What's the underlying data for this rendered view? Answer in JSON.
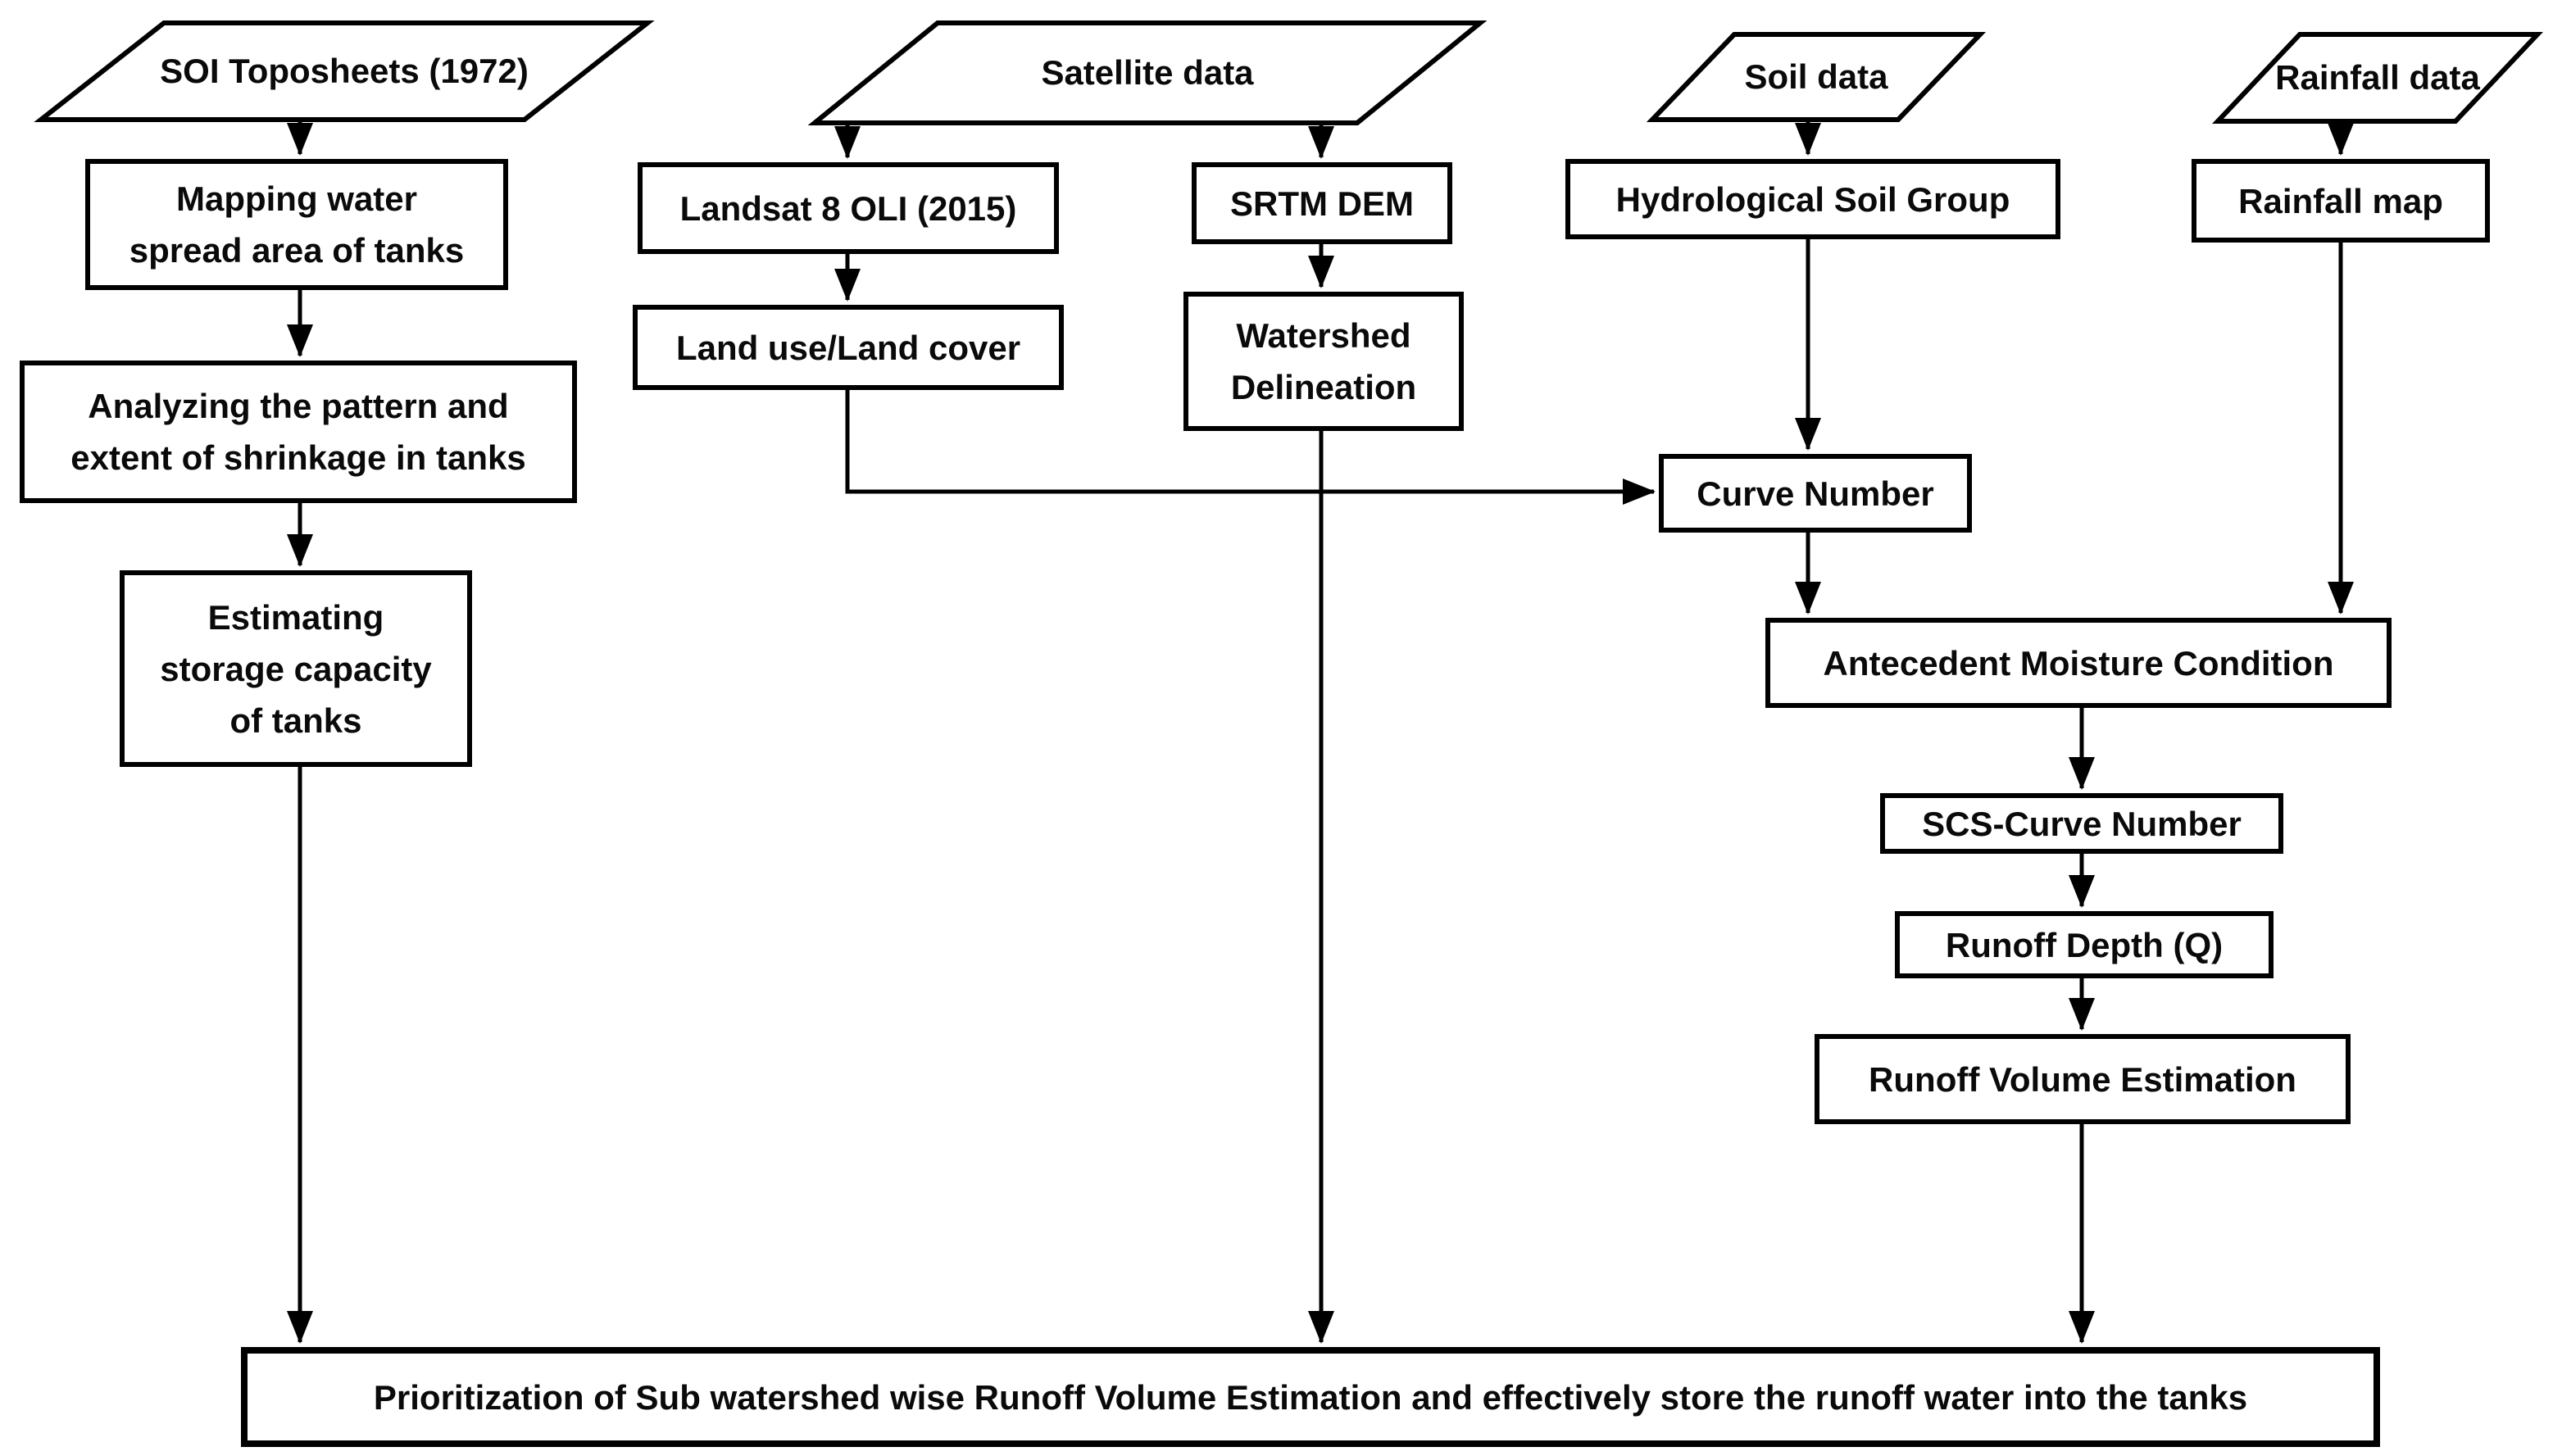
{
  "canvas": {
    "background_color": "#ffffff",
    "line_color": "#000000",
    "text_color": "#0a0a0a"
  },
  "nodes": {
    "soi_toposheets": {
      "label": "SOI Toposheets (1972)",
      "shape": "parallelogram"
    },
    "mapping_water": {
      "label": "Mapping water\nspread area of tanks",
      "shape": "rect"
    },
    "analyzing_pattern": {
      "label": "Analyzing the pattern and\nextent of shrinkage in tanks",
      "shape": "rect"
    },
    "estimating_storage": {
      "label": "Estimating\nstorage capacity\nof tanks",
      "shape": "rect"
    },
    "satellite_data": {
      "label": "Satellite data",
      "shape": "parallelogram"
    },
    "landsat": {
      "label": "Landsat 8 OLI (2015)",
      "shape": "rect"
    },
    "land_use": {
      "label": "Land use/Land cover",
      "shape": "rect"
    },
    "srtm_dem": {
      "label": "SRTM DEM",
      "shape": "rect"
    },
    "watershed_delineation": {
      "label": "Watershed\nDelineation",
      "shape": "rect"
    },
    "soil_data": {
      "label": "Soil data",
      "shape": "parallelogram"
    },
    "hydrological_soil_group": {
      "label": "Hydrological Soil Group",
      "shape": "rect"
    },
    "curve_number": {
      "label": "Curve Number",
      "shape": "rect"
    },
    "antecedent_moisture": {
      "label": "Antecedent Moisture Condition",
      "shape": "rect"
    },
    "scs_curve_number": {
      "label": "SCS-Curve Number",
      "shape": "rect"
    },
    "runoff_depth": {
      "label": "Runoff Depth (Q)",
      "shape": "rect"
    },
    "runoff_volume": {
      "label": "Runoff Volume Estimation",
      "shape": "rect"
    },
    "rainfall_data": {
      "label": "Rainfall data",
      "shape": "parallelogram"
    },
    "rainfall_map": {
      "label": "Rainfall map",
      "shape": "rect"
    },
    "prioritization": {
      "label": "Prioritization of Sub watershed wise Runoff Volume Estimation and effectively store the runoff water into the tanks",
      "shape": "rect"
    }
  },
  "edges": [
    {
      "from": "soi_toposheets",
      "to": "mapping_water"
    },
    {
      "from": "mapping_water",
      "to": "analyzing_pattern"
    },
    {
      "from": "analyzing_pattern",
      "to": "estimating_storage"
    },
    {
      "from": "estimating_storage",
      "to": "prioritization"
    },
    {
      "from": "satellite_data",
      "to": "landsat"
    },
    {
      "from": "satellite_data",
      "to": "srtm_dem"
    },
    {
      "from": "landsat",
      "to": "land_use"
    },
    {
      "from": "land_use",
      "to": "curve_number"
    },
    {
      "from": "srtm_dem",
      "to": "watershed_delineation"
    },
    {
      "from": "watershed_delineation",
      "to": "prioritization"
    },
    {
      "from": "soil_data",
      "to": "hydrological_soil_group"
    },
    {
      "from": "hydrological_soil_group",
      "to": "curve_number"
    },
    {
      "from": "curve_number",
      "to": "antecedent_moisture"
    },
    {
      "from": "rainfall_data",
      "to": "rainfall_map"
    },
    {
      "from": "rainfall_map",
      "to": "antecedent_moisture"
    },
    {
      "from": "antecedent_moisture",
      "to": "scs_curve_number"
    },
    {
      "from": "scs_curve_number",
      "to": "runoff_depth"
    },
    {
      "from": "runoff_depth",
      "to": "runoff_volume"
    },
    {
      "from": "runoff_volume",
      "to": "prioritization"
    }
  ]
}
